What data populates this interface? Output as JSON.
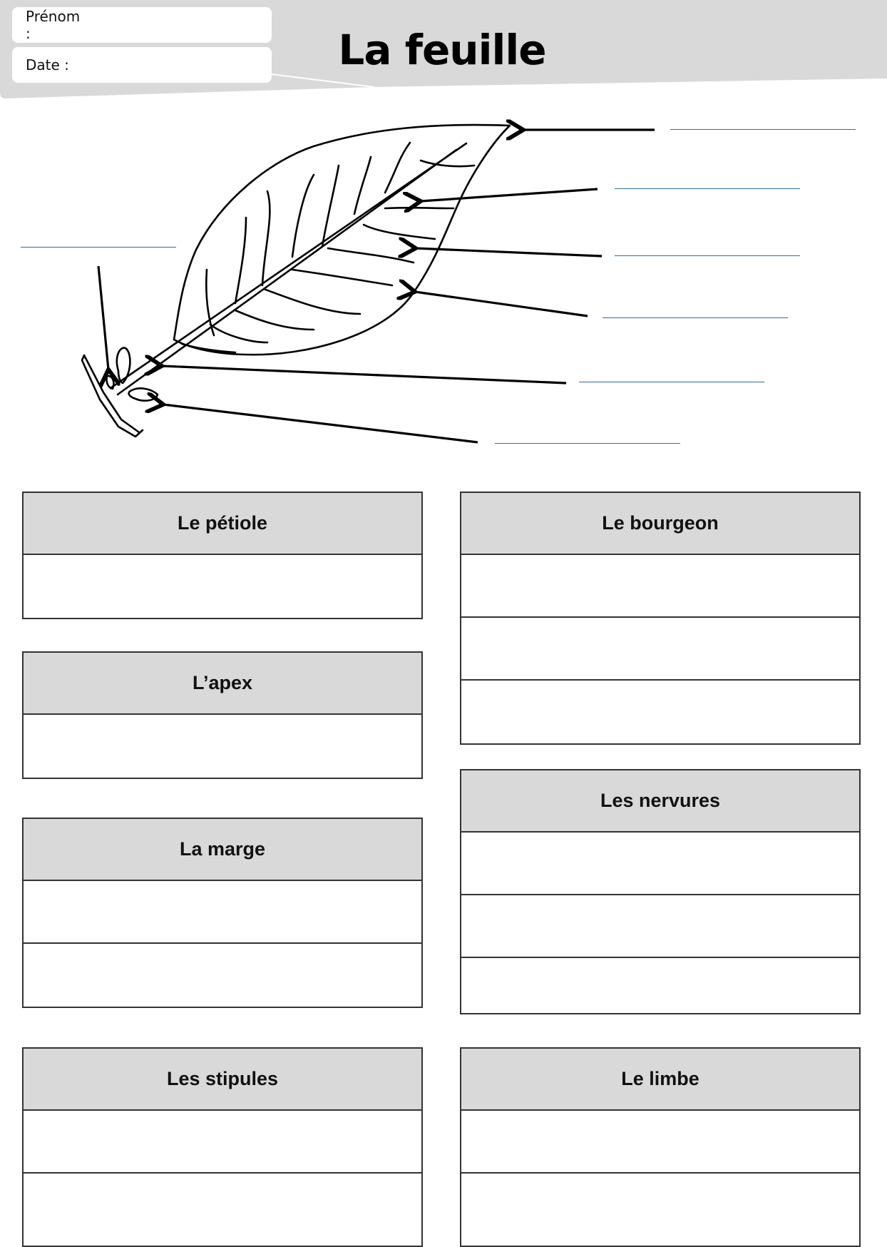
{
  "header": {
    "title": "La feuille",
    "name_label": "Prénom :",
    "date_label": "Date :"
  },
  "diagram": {
    "label_count": 7
  },
  "sections": {
    "petiole": {
      "title": "Le pétiole",
      "rows": 1
    },
    "apex": {
      "title": "L’apex",
      "rows": 1
    },
    "marge": {
      "title": "La marge",
      "rows": 2
    },
    "stipules": {
      "title": "Les stipules",
      "rows": 2
    },
    "bourgeon": {
      "title": "Le bourgeon",
      "rows": 3
    },
    "nervures": {
      "title": "Les nervures",
      "rows": 3
    },
    "limbe": {
      "title": "Le limbe",
      "rows": 2
    }
  },
  "colors": {
    "header_band": "#d9d9d9",
    "table_header": "#d9d9d9",
    "label_line": "#2e6aa8",
    "border": "#333333"
  }
}
